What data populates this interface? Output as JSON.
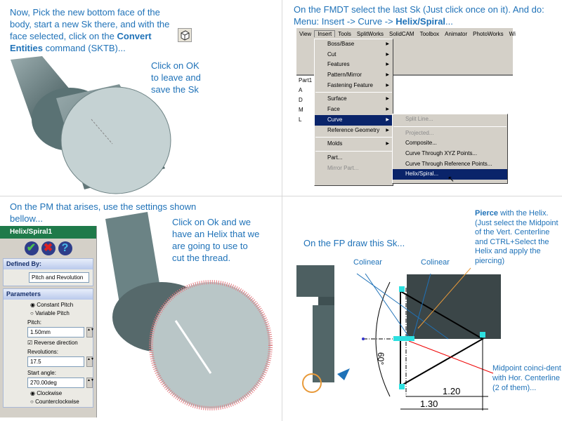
{
  "q1": {
    "instruction_pre": "Now, Pick the new bottom face of the body, start a new Sk there, and with the face selected, click on the ",
    "instruction_bold": "Convert Entities",
    "instruction_post": " command (SKTB)...",
    "ok_note": "Click on OK to leave and save the Sk",
    "icon": "convert-entities-icon"
  },
  "q2": {
    "instruction_pre": "On the FMDT select the last Sk (Just click once on it). And do: Menu: Insert -> Curve -> ",
    "instruction_bold": "Helix/Spiral",
    "instruction_post": "...",
    "menubar": [
      "View",
      "Insert",
      "Tools",
      "SplitWorks",
      "SolidCAM",
      "Toolbox",
      "Animator",
      "PhotoWorks",
      "Wi"
    ],
    "tree": [
      "Part1",
      "A",
      "D",
      "M",
      "L"
    ],
    "insert_menu": [
      "Boss/Base",
      "Cut",
      "Features",
      "Pattern/Mirror",
      "Fastening Feature",
      "Surface",
      "Face",
      "Curve",
      "Reference Geometry",
      "Molds",
      "Part...",
      "Mirror Part..."
    ],
    "curve_menu": [
      "Split Line...",
      "Projected...",
      "Composite...",
      "Curve Through XYZ Points...",
      "Curve Through Reference Points...",
      "Helix/Spiral..."
    ]
  },
  "q3": {
    "instruction": "On the PM that arises, use the settings shown bellow...",
    "note": "Click on Ok and we have an Helix that we are going to use to cut the thread.",
    "pm": {
      "title": "Helix/Spiral1",
      "defined_by_label": "Defined By:",
      "defined_by_value": "Pitch and Revolution",
      "parameters_label": "Parameters",
      "constant_pitch": "Constant Pitch",
      "variable_pitch": "Variable Pitch",
      "pitch_label": "Pitch:",
      "pitch_value": "1.50mm",
      "reverse_direction": "Reverse direction",
      "revolutions_label": "Revolutions:",
      "revolutions_value": "17.5",
      "start_angle_label": "Start angle:",
      "start_angle_value": "270.00deg",
      "clockwise": "Clockwise",
      "counterclockwise": "Counterclockwise"
    }
  },
  "q4": {
    "instruction": "On the FP draw this Sk...",
    "pierce_bold": "Pierce",
    "pierce_text": " with the Helix. (Just select the Midpoint of the Vert. Centerline and CTRL+Select the Helix and apply the piercing)",
    "colinear1": "Colinear",
    "colinear2": "Colinear",
    "midpoint_note": "Midpoint coinci-dent with Hor. Centerline (2 of them)...",
    "angle": "60°",
    "dim1": "1.20",
    "dim2": "1.30"
  },
  "colors": {
    "text": "#1f72b8",
    "menu_highlight": "#0a246a",
    "part": "#4f6466"
  }
}
